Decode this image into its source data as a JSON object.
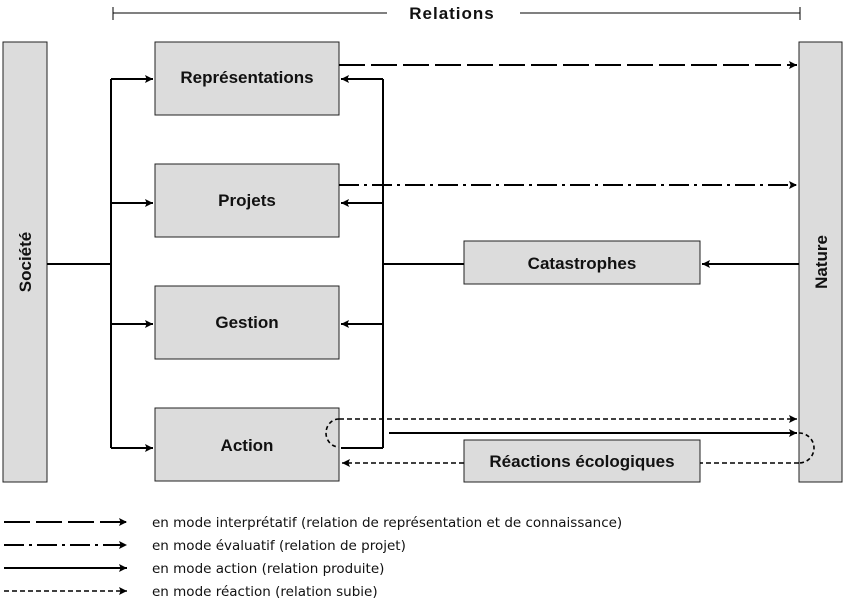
{
  "title": "Relations",
  "left_bar": "Société",
  "right_bar": "Nature",
  "boxes": {
    "representations": "Représentations",
    "projets": "Projets",
    "gestion": "Gestion",
    "action": "Action",
    "catastrophes": "Catastrophes",
    "reactions": "Réactions écologiques"
  },
  "legend": [
    {
      "text": "en mode interprétatif (relation de représentation et de connaissance)",
      "style": "long-dash"
    },
    {
      "text": "en mode évaluatif (relation de projet)",
      "style": "dash-dot"
    },
    {
      "text": "en mode action (relation produite)",
      "style": "solid"
    },
    {
      "text": "en mode réaction (relation subie)",
      "style": "short-dash"
    }
  ],
  "colors": {
    "box_fill": "#dcdcdc",
    "line": "#000000"
  }
}
